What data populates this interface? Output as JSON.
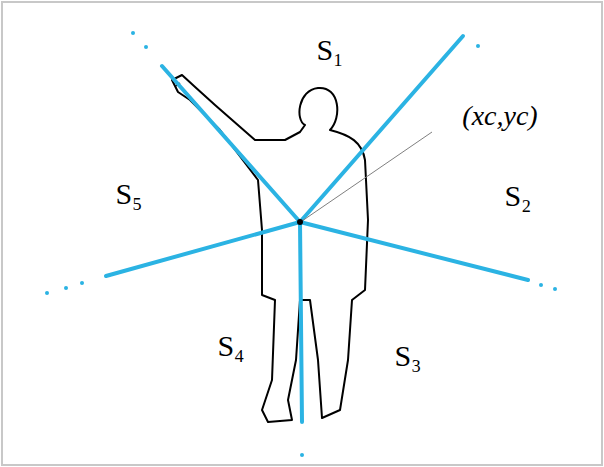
{
  "diagram": {
    "labels": [
      "S₁",
      "S₂",
      "S₃",
      "S₄",
      "S₅",
      "(xc,yc)"
    ]
  }
}
